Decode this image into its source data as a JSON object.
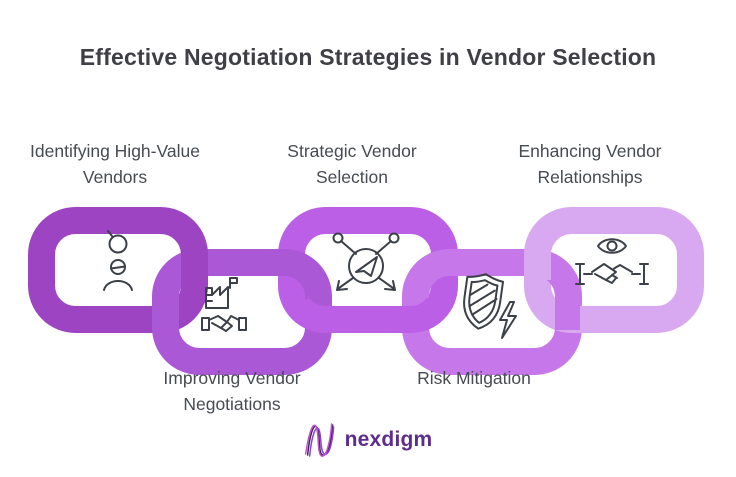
{
  "title": "Effective Negotiation Strategies in Vendor Selection",
  "chain": {
    "links": [
      {
        "label": "Identifying High-Value Vendors",
        "color": "#9d44c3",
        "icon": "user-search-icon",
        "position": "top"
      },
      {
        "label": "Improving Vendor Negotiations",
        "color": "#aa58d6",
        "icon": "factory-handshake-icon",
        "position": "bottom"
      },
      {
        "label": "Strategic Vendor Selection",
        "color": "#bb5fe6",
        "icon": "strategy-direction-icon",
        "position": "top"
      },
      {
        "label": "Risk Mitigation",
        "color": "#c678ea",
        "icon": "shield-lightning-icon",
        "position": "bottom"
      },
      {
        "label": "Enhancing Vendor Relationships",
        "color": "#d8a8f0",
        "icon": "eye-handshake-icon",
        "position": "top"
      }
    ]
  },
  "logo": {
    "text": "nexdigm"
  },
  "colors": {
    "title_text": "#3f3f46",
    "label_text": "#474b52",
    "icon_stroke": "#3c4049",
    "logo_text": "#5e2c8c",
    "logo_wave_dark": "#43265e",
    "logo_wave_purple": "#8b3fd6",
    "logo_wave_magenta": "#c455c8",
    "background": "#ffffff"
  }
}
